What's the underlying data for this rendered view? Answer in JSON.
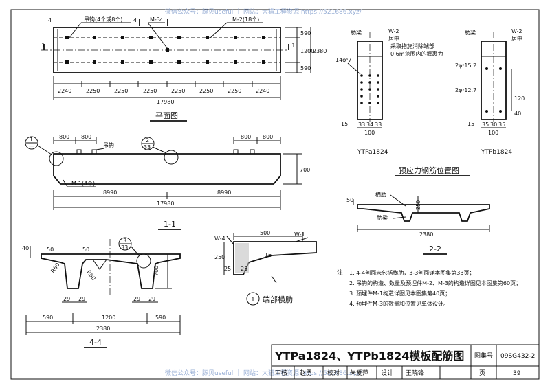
{
  "watermark": "微信公众号：豚贝useful ｜ 网站：大猫工程资源 https://521686.xyz/",
  "plan": {
    "title": "平面图",
    "lifting_hook": "吊钩(4个或8个)",
    "m3": "M-3",
    "m2": "M-2(18个)",
    "sec_mark": "1",
    "sec4_top": "4",
    "spans": [
      "2240",
      "2250",
      "2250",
      "2250",
      "2250",
      "2250",
      "2250",
      "2240"
    ],
    "total": "17980",
    "widths": [
      "590",
      "1200",
      "590"
    ],
    "width_total": "2380"
  },
  "section11": {
    "title": "1-1",
    "detail1_num": "1",
    "detail1_den": "—",
    "detail2_num": "2",
    "detail2_den": "33",
    "hook": "吊钩",
    "ends": [
      "800",
      "800",
      "800",
      "800"
    ],
    "height": "700",
    "m1": "M-1(4个)",
    "halves": [
      "8990",
      "8990"
    ],
    "total": "17980"
  },
  "section44": {
    "title": "4-4",
    "detail_num": "3",
    "detail_den": "33",
    "d40": "40",
    "d50a": "50",
    "d50b": "50",
    "r60a": "R60",
    "r60b": "R60",
    "height": "700",
    "w29": [
      "29",
      "29",
      "29",
      "29"
    ],
    "bottom": [
      "590",
      "1200",
      "590"
    ],
    "total": "2380"
  },
  "end_rib": {
    "title": "端部横肋",
    "num": "1",
    "w4": "W-4",
    "w1": "W-1",
    "len": "500",
    "h250": "250",
    "d25a": "25",
    "d25b": "25",
    "d16": "16"
  },
  "prestress": {
    "title": "预应力钢筋位置图",
    "a": {
      "label": "YTPa1824",
      "rib": "肋梁",
      "w2": "W-2",
      "center": "居中",
      "note1": "采取措施消除端部",
      "note2": "0.6m范围内的握裹力",
      "bars": "14φˢ7",
      "d15": "15",
      "bottom": [
        "33",
        "34",
        "33"
      ],
      "total": "100"
    },
    "b": {
      "label": "YTPb1824",
      "rib": "肋梁",
      "w2": "W-2",
      "center": "居中",
      "bar1": "2φˢ15.2",
      "bar2": "2φˢ12.7",
      "d120": "120",
      "d40": "40",
      "d15": "15",
      "bottom": [
        "35",
        "30",
        "35"
      ],
      "total": "100"
    }
  },
  "section22": {
    "title": "2-2",
    "rib_top": "横肋",
    "rib_beam": "肋梁",
    "d50": "50",
    "d250": "250",
    "total": "2380"
  },
  "notes": {
    "label": "注:",
    "items": [
      "1. 4-4剖面未包括横肋，3-3剖面详本图集第33页；",
      "2. 吊钩的构造、数量及预埋件M-2、M-3的构造详图见本图集第60页；",
      "3. 预埋件M-1构造详图见本图集第40页；",
      "4. 预埋件M-3的数量和位置见单体设计。"
    ]
  },
  "title_block": {
    "title": "YTPa1824、YTPb1824模板配筋图",
    "atlas_label": "图集号",
    "atlas_no": "09SG432-2",
    "review": "审核",
    "reviewer": "赵勇",
    "check": "校对",
    "checker": "朱爱萍",
    "design": "设计",
    "designer": "王晓锋",
    "page_label": "页",
    "page_no": "39"
  }
}
